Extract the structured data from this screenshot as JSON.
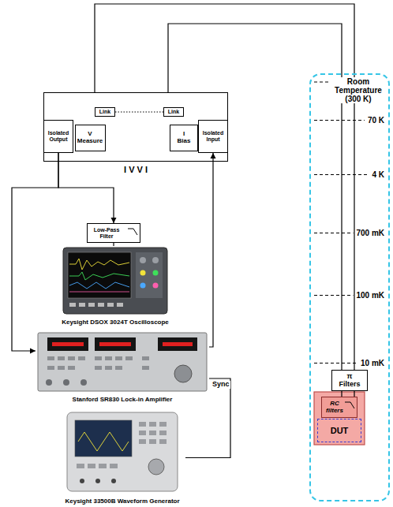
{
  "diagram": {
    "nodes": [
      {
        "text": [
          "I V V I"
        ]
      },
      {
        "text": [
          "Isolated Output"
        ],
        "in": 0
      },
      {
        "text": [
          "V Measure"
        ],
        "in": 0
      },
      {
        "text": [
          "Link"
        ],
        "in": 0
      },
      {
        "text": [
          "Link"
        ],
        "in": 0
      },
      {
        "text": [
          "I Bias"
        ],
        "in": 0
      },
      {
        "text": [
          "Isolated Input"
        ],
        "in": 0
      },
      {
        "text": [
          "Low-Pass Filter"
        ]
      },
      {
        "text": [
          "Keysight DSOX 3024T Oscilloscope"
        ]
      },
      {
        "text": [
          "Stanford SR830 Lock-in Amplifier"
        ]
      },
      {
        "text": [
          "Keysight 33500B Waveform Generator"
        ]
      },
      {
        "text": [
          "Room Temperature (300 K)",
          "70 K",
          "4 K",
          "700 mK",
          "100 mK",
          "10 mK"
        ]
      },
      {
        "text": [
          "π Filters"
        ],
        "in": 11
      },
      {
        "text": [
          "RC filters"
        ],
        "in": 11
      },
      {
        "text": [
          "DUT"
        ],
        "in": 11
      }
    ],
    "edges": [
      {
        "from": 0,
        "to": 12,
        "arrow": "none"
      },
      {
        "from": 0,
        "to": 12,
        "arrow": "none"
      },
      {
        "from": 3,
        "to": 4,
        "arrow": "none"
      },
      {
        "from": 1,
        "to": 7,
        "arrow": "to"
      },
      {
        "from": 1,
        "to": 9,
        "arrow": "to"
      },
      {
        "from": 7,
        "to": 8,
        "arrow": "none"
      },
      {
        "from": 9,
        "to": 6,
        "arrow": "to"
      },
      {
        "from": 10,
        "to": 9,
        "label": "Sync",
        "arrow": "none"
      },
      {
        "from": 12,
        "to": 13,
        "arrow": "none"
      },
      {
        "from": 12,
        "to": 13,
        "arrow": "none"
      }
    ]
  }
}
